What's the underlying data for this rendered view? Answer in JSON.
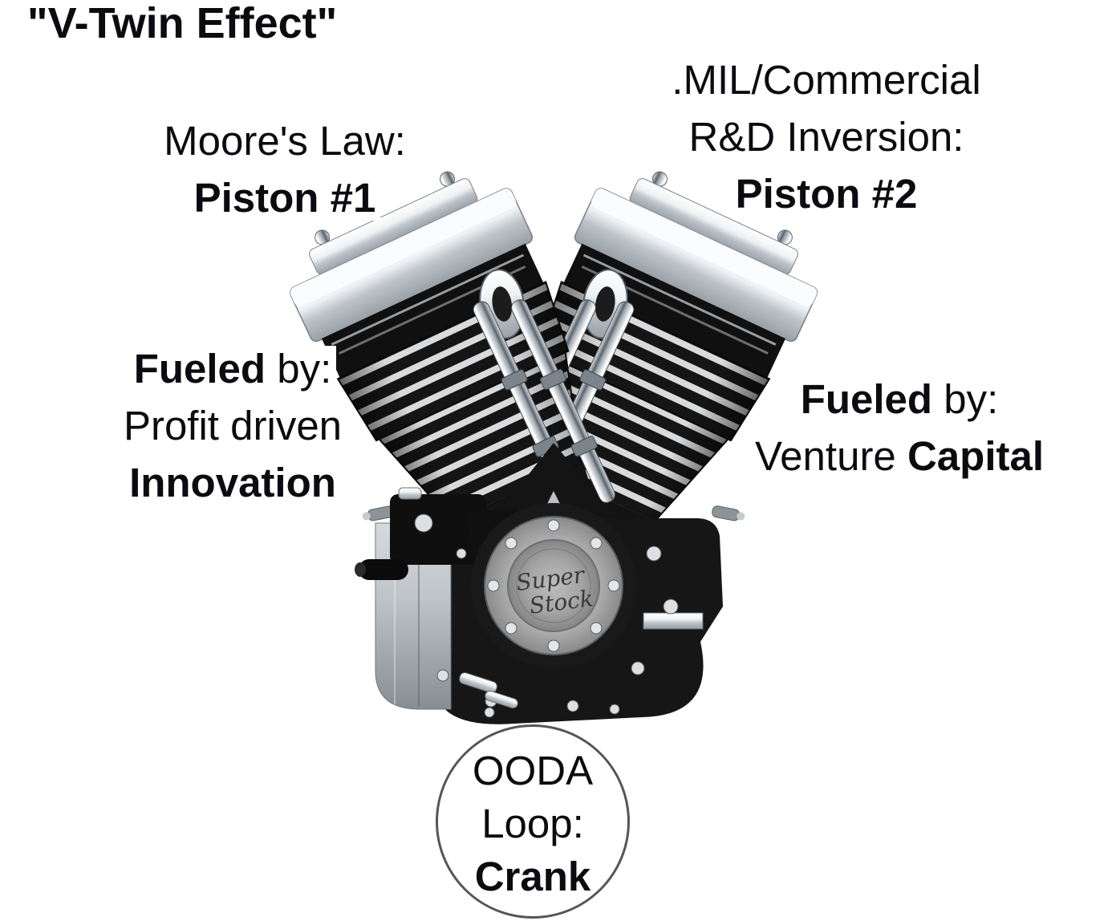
{
  "title": "\"V-Twin Effect\"",
  "colors": {
    "text": "#0b0b10",
    "background": "#ffffff",
    "engine_black": "#161616",
    "chrome_light": "#f5f7f8",
    "circle_border": "#565656"
  },
  "labels": {
    "piston1": {
      "line1": "Moore's Law:",
      "line2": "Piston #1"
    },
    "piston2": {
      "line1": ".MIL/Commercial",
      "line2": "R&D Inversion:",
      "line3": "Piston #2"
    },
    "fueled_left": {
      "lead_bold": "Fueled",
      "lead_rest": " by:",
      "line2": "Profit driven",
      "line3": "Innovation"
    },
    "fueled_right": {
      "lead_bold": "Fueled",
      "lead_rest": " by:",
      "line2_text": "Venture ",
      "line2_bold": "Capital"
    },
    "ooda": {
      "line1": "OODA",
      "line2": "Loop:",
      "line3": "Crank"
    }
  },
  "engine": {
    "badge_line1": "Super",
    "badge_line2": "Stock"
  }
}
